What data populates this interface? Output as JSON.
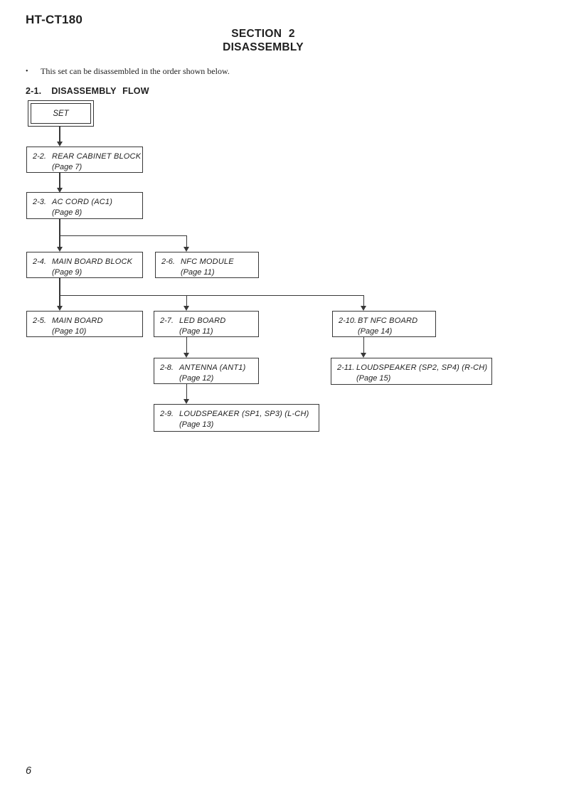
{
  "page": {
    "model": "HT-CT180",
    "section_line1": "SECTION 2",
    "section_line2": "DISASSEMBLY",
    "bullet_glyph": "•",
    "bullet_note": "This set can be disassembled in the order shown below.",
    "page_number": "6"
  },
  "colors": {
    "ink": "#1f1f1f",
    "line": "#383838",
    "background": "#ffffff"
  },
  "flow": {
    "heading_num": "2-1.",
    "heading_label": "DISASSEMBLY FLOW",
    "root_label": "SET",
    "boxes": [
      {
        "num": "2-2.",
        "title": "REAR CABINET BLOCK",
        "page": "(Page 7)"
      },
      {
        "num": "2-3.",
        "title": "AC CORD (AC1)",
        "page": "(Page 8)"
      },
      {
        "num": "2-4.",
        "title": "MAIN BOARD BLOCK",
        "page": "(Page 9)"
      },
      {
        "num": "2-6.",
        "title": "NFC MODULE",
        "page": "(Page 11)"
      },
      {
        "num": "2-5.",
        "title": "MAIN BOARD",
        "page": "(Page 10)"
      },
      {
        "num": "2-7.",
        "title": "LED BOARD",
        "page": "(Page 11)"
      },
      {
        "num": "2-10.",
        "title": "BT NFC BOARD",
        "page": "(Page 14)"
      },
      {
        "num": "2-8.",
        "title": "ANTENNA (ANT1)",
        "page": "(Page 12)"
      },
      {
        "num": "2-11.",
        "title": "LOUDSPEAKER (SP2, SP4) (R-CH)",
        "page": "(Page 15)"
      },
      {
        "num": "2-9.",
        "title": "LOUDSPEAKER (SP1, SP3) (L-CH)",
        "page": "(Page 13)"
      }
    ]
  }
}
